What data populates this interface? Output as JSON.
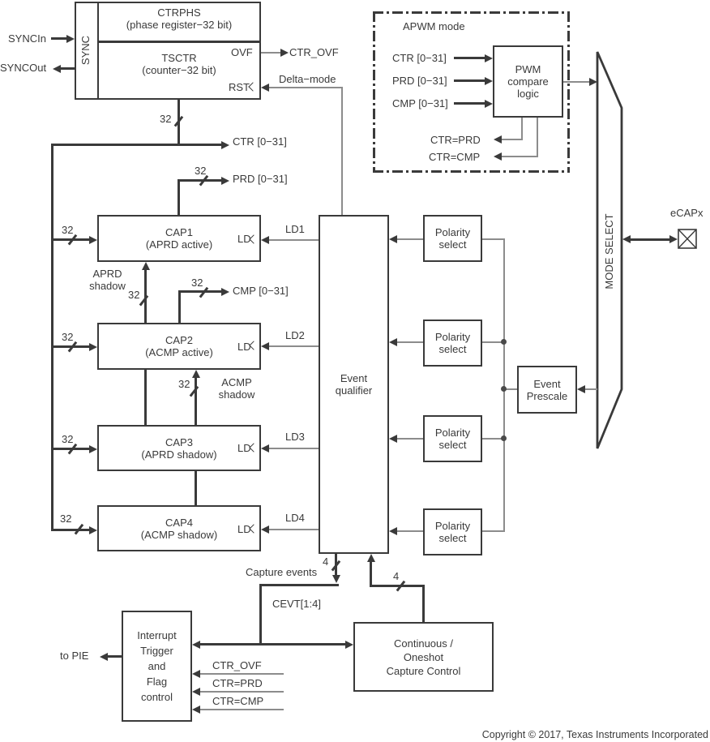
{
  "sync": {
    "vertical_label": "SYNC",
    "ctrphs": "CTRPHS\n(phase register−32  bit)",
    "tsctr": "TSCTR\n(counter−32  bit)",
    "ovf": "OVF",
    "rst": "RST"
  },
  "io": {
    "syncin": "SYNCIn",
    "syncout": "SYNCOut",
    "ctr_ovf": "CTR_OVF",
    "delta_mode": "Delta−mode",
    "to_pie": "to PIE",
    "ecapx": "eCAPx"
  },
  "buses": {
    "ctr": "CTR [0−31]",
    "prd": "PRD [0−31]",
    "cmp": "CMP [0−31]",
    "w32": "32",
    "w4": "4",
    "capture_events": "Capture events",
    "cevt": "CEVT[1:4]"
  },
  "caps": [
    {
      "name": "CAP1\n(APRD active)",
      "ld": "LD",
      "ld_sig": "LD1"
    },
    {
      "name": "CAP2\n(ACMP active)",
      "ld": "LD",
      "ld_sig": "LD2"
    },
    {
      "name": "CAP3\n(APRD shadow)",
      "ld": "LD",
      "ld_sig": "LD3"
    },
    {
      "name": "CAP4\n(ACMP shadow)",
      "ld": "LD",
      "ld_sig": "LD4"
    }
  ],
  "shadows": {
    "aprd": "APRD\nshadow",
    "acmp": "ACMP\nshadow"
  },
  "blocks": {
    "event_qualifier": "Event\nqualifier",
    "polarity": "Polarity\nselect",
    "event_prescale": "Event\nPrescale",
    "mode_select": "MODE SELECT",
    "interrupt": "Interrupt\nTrigger\nand\nFlag\ncontrol",
    "oneshot": "Continuous /\nOneshot\nCapture Control"
  },
  "apwm": {
    "title": "APWM  mode",
    "pwm_logic": "PWM\ncompare\nlogic",
    "in_ctr": "CTR [0−31]",
    "in_prd": "PRD [0−31]",
    "in_cmp": "CMP [0−31]",
    "out_prd": "CTR=PRD",
    "out_cmp": "CTR=CMP"
  },
  "interrupt_inputs": {
    "ctr_ovf": "CTR_OVF",
    "ctr_prd": "CTR=PRD",
    "ctr_cmp": "CTR=CMP"
  },
  "footer": {
    "copyright": "Copyright © 2017, Texas Instruments Incorporated"
  }
}
